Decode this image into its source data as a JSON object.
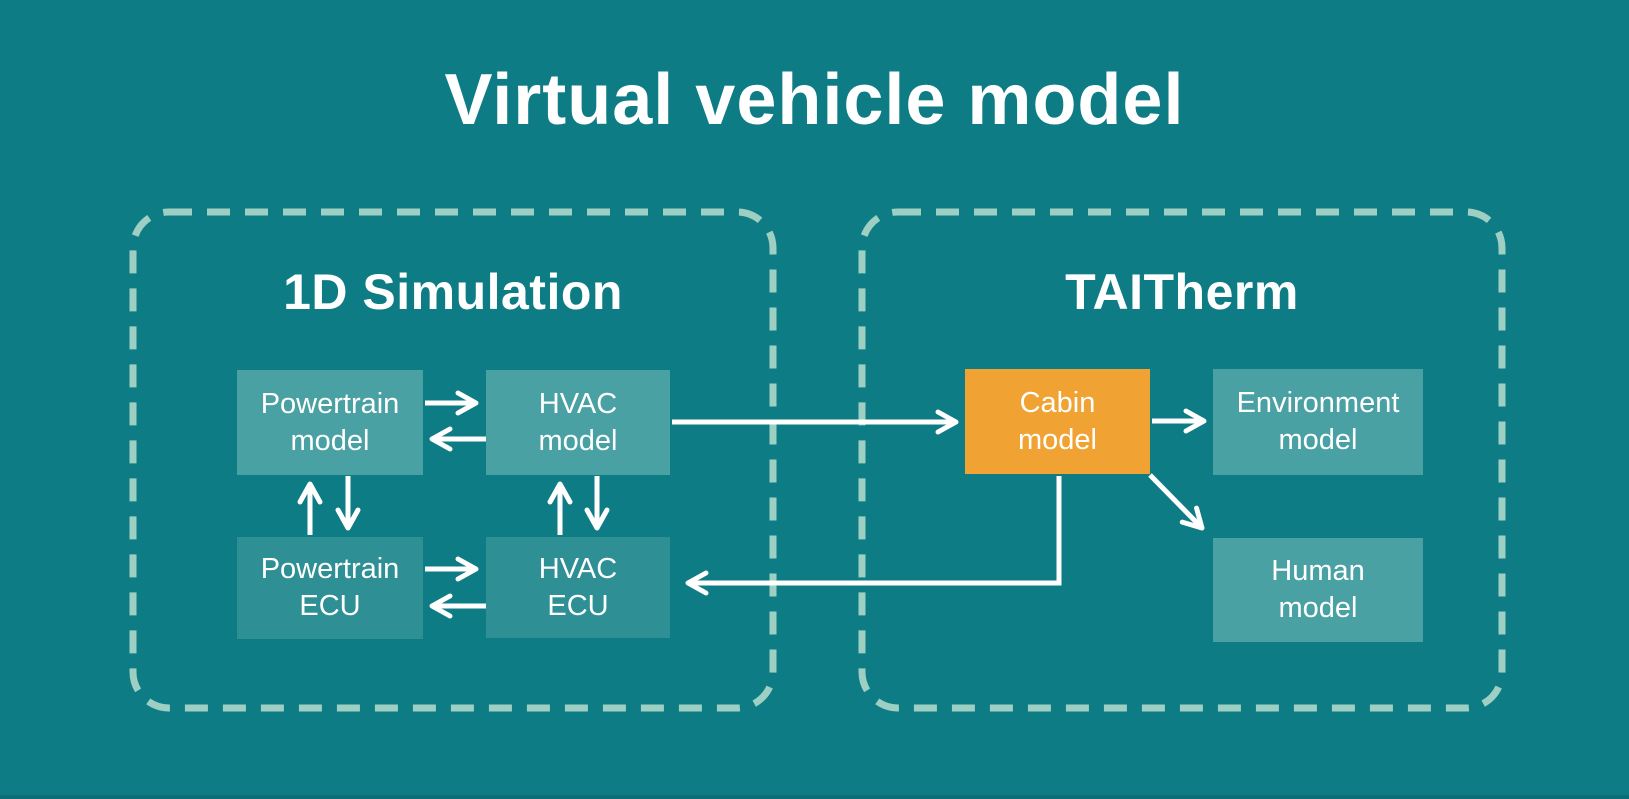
{
  "title": "Virtual vehicle model",
  "colors": {
    "background": "#0d7c84",
    "node-light": "#4aa1a3",
    "node-dark": "#2e8f94",
    "accent-orange": "#f0a232",
    "dash": "#9dcfc3",
    "ink": "#ffffff",
    "bottom-edge": "#0a6e76"
  },
  "groups": [
    {
      "label": "1D Simulation",
      "nodes": [
        {
          "label": "Powertrain\nmodel"
        },
        {
          "label": "HVAC\nmodel"
        },
        {
          "label": "Powertrain\nECU"
        },
        {
          "label": "HVAC\nECU"
        }
      ]
    },
    {
      "label": "TAITherm",
      "nodes": [
        {
          "label": "Cabin\nmodel",
          "highlight": "orange"
        },
        {
          "label": "Environment\nmodel"
        },
        {
          "label": "Human\nmodel"
        }
      ]
    }
  ],
  "connections": [
    {
      "from": "Powertrain model",
      "to": "HVAC model",
      "bidirectional": true
    },
    {
      "from": "Powertrain model",
      "to": "Powertrain ECU",
      "bidirectional": true
    },
    {
      "from": "HVAC model",
      "to": "HVAC ECU",
      "bidirectional": true
    },
    {
      "from": "Powertrain ECU",
      "to": "HVAC ECU",
      "bidirectional": true
    },
    {
      "from": "HVAC model",
      "to": "Cabin model",
      "bidirectional": false
    },
    {
      "from": "Cabin model",
      "to": "Environment model",
      "bidirectional": false
    },
    {
      "from": "Cabin model",
      "to": "Human model",
      "bidirectional": false
    },
    {
      "from": "Cabin model",
      "to": "HVAC ECU",
      "bidirectional": false
    }
  ]
}
